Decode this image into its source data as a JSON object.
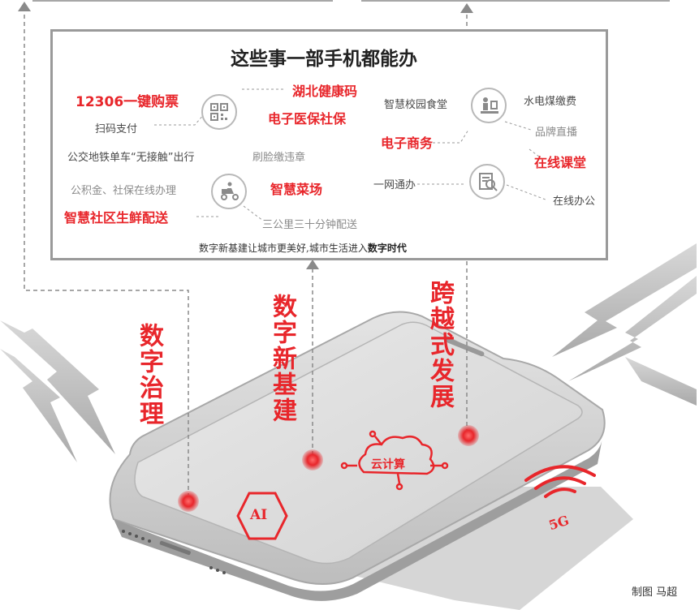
{
  "panel": {
    "title": "这些事一部手机都能办",
    "slogan_prefix": "数字新基建让城市更美好,城市生活进入",
    "slogan_emphasis": "数字时代"
  },
  "services": {
    "ticket": "12306一键购票",
    "scan_pay": "扫码支付",
    "hubei_code": "湖北健康码",
    "medical": "电子医保社保",
    "transit": "公交地铁单车“无接触”出行",
    "face_fine": "刷脸缴违章",
    "fund": "公积金、社保在线办理",
    "veg_market": "智慧菜场",
    "fresh_delivery": "智慧社区生鲜配送",
    "three_km": "三公里三十分钟配送",
    "canteen": "智慧校园食堂",
    "utilities": "水电煤缴费",
    "ecommerce": "电子商务",
    "brand_live": "品牌直播",
    "online_class": "在线课堂",
    "one_net": "一网通办",
    "online_office": "在线办公"
  },
  "themes": {
    "governance": "数字治理",
    "infrastructure": "数字新基建",
    "leap": "跨越式发展"
  },
  "phone": {
    "cloud": "云计算",
    "ai": "AI",
    "g5": "5G"
  },
  "credit": "制图 马超",
  "icons": [
    "qr-code-icon",
    "student-desk-icon",
    "delivery-scooter-icon",
    "document-search-icon",
    "cloud-computing-icon",
    "ai-hexagon-icon",
    "wifi-5g-icon",
    "arrow-up-icon"
  ],
  "colors": {
    "accent": "#e8262b",
    "frame": "#9a9a9a"
  }
}
